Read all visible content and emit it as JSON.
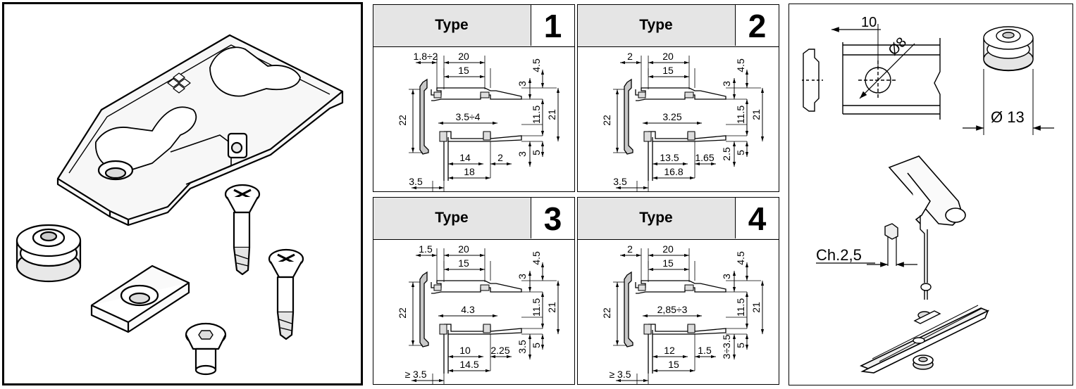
{
  "left_panel": {},
  "types": [
    {
      "label": "Type",
      "number": "1",
      "dims": {
        "top_gap": "1.8÷2",
        "top_width": "20",
        "top_inner": "15",
        "upper_channel_height": "3",
        "top_right": "4.5",
        "left_height": "22",
        "middle_gap": "3.5÷4",
        "middle_height": "11.5",
        "right_height": "21",
        "lower_channel_height": "3",
        "bottom_right": "5",
        "lower_inner": "14",
        "lower_step": "2",
        "lower_width": "18",
        "base_width": "3.5"
      }
    },
    {
      "label": "Type",
      "number": "2",
      "dims": {
        "top_gap": "2",
        "top_width": "20",
        "top_inner": "15",
        "upper_channel_height": "3",
        "top_right": "4.5",
        "left_height": "22",
        "middle_gap": "3.25",
        "middle_height": "11.5",
        "right_height": "21",
        "lower_channel_height": "",
        "bottom_right": "5",
        "lower_inner": "13.5",
        "lower_step": "1.65",
        "lower_width": "16.8",
        "lower_channel_height_b": "2.5",
        "base_width": "3.5"
      }
    },
    {
      "label": "Type",
      "number": "3",
      "dims": {
        "top_gap": "1.5",
        "top_width": "20",
        "top_inner": "15",
        "upper_channel_height": "3",
        "top_right": "4.5",
        "left_height": "22",
        "middle_gap": "4.3",
        "middle_height": "11.5",
        "right_height": "21",
        "lower_channel_height": "3.5",
        "bottom_right": "5",
        "lower_inner": "10",
        "lower_step": "2.25",
        "lower_width": "14.5",
        "base_width": "≥ 3.5"
      }
    },
    {
      "label": "Type",
      "number": "4",
      "dims": {
        "top_gap": "2",
        "top_width": "20",
        "top_inner": "15",
        "upper_channel_height": "3",
        "top_right": "4.5",
        "left_height": "22",
        "middle_gap": "2,85÷3",
        "middle_height": "11.5",
        "right_height": "21",
        "lower_channel_height": "3÷3.5",
        "bottom_right": "5",
        "lower_inner": "12",
        "lower_step": "1.5",
        "lower_width": "15",
        "base_width": "≥ 3.5"
      }
    }
  ],
  "right_panel": {
    "slot_width": "10",
    "hole_diameter": "Ø8",
    "roller_diameter": "Ø 13",
    "hex_key": "Ch.2,5"
  }
}
